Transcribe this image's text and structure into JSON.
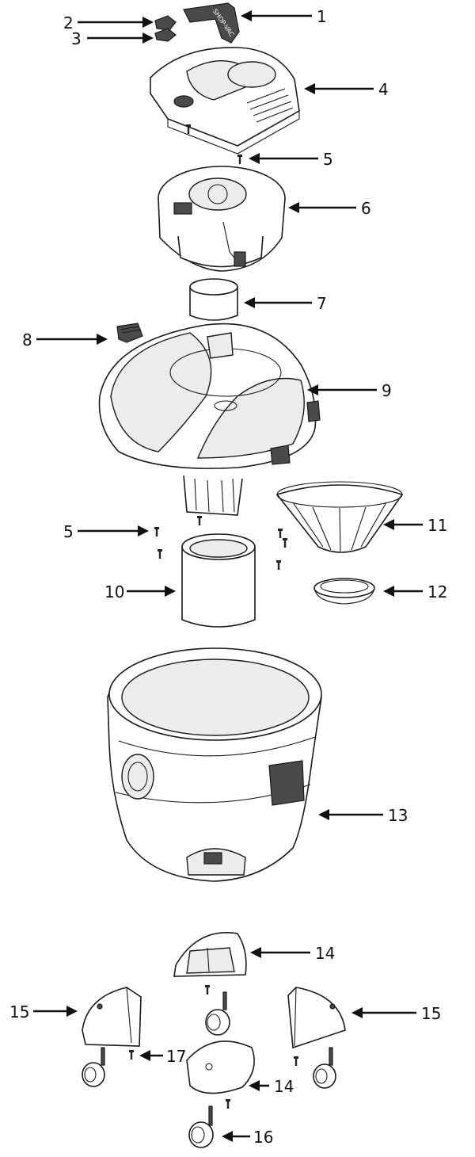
{
  "labels": {
    "l1": "1",
    "l2": "2",
    "l3": "3",
    "l4": "4",
    "l5a": "5",
    "l5b": "5",
    "l6": "6",
    "l7": "7",
    "l8": "8",
    "l9": "9",
    "l10": "10",
    "l11": "11",
    "l12": "12",
    "l13": "13",
    "l14a": "14",
    "l14b": "14",
    "l15a": "15",
    "l15b": "15",
    "l16": "16",
    "l17": "17"
  },
  "brand_text": "SHOP-VAC"
}
